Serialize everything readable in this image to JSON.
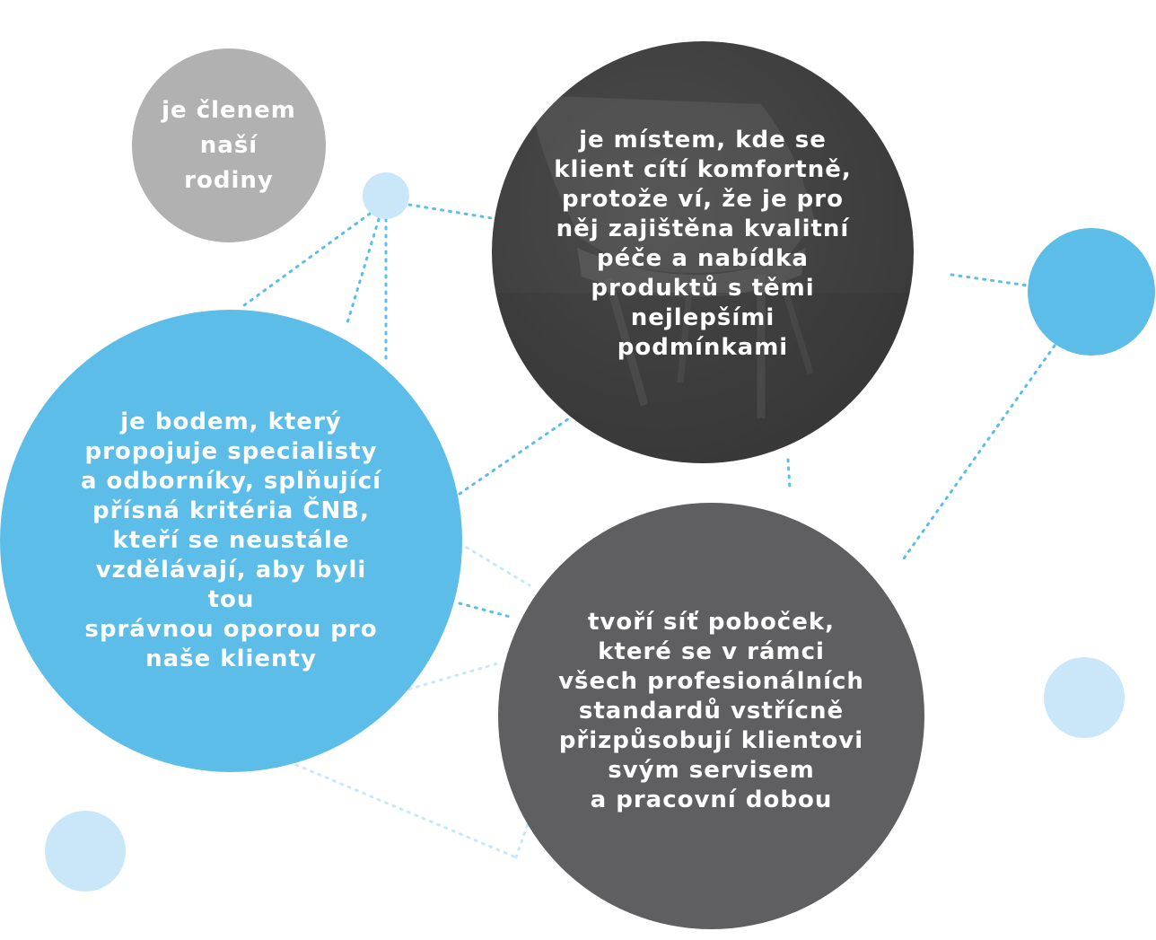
{
  "bubbles": {
    "member": {
      "text": "je členem\nnaší\nrodiny"
    },
    "comfort": {
      "text": "je místem, kde se\nklient cítí komfortně,\nprotože ví, že je pro\nněj zajištěna kvalitní\npéče a nabídka\nproduktů s těmi\nnejlepšími\npodmínkami"
    },
    "point": {
      "text": "je bodem, který\npropojuje specialisty\na odborníky, splňující\npřísná kritéria ČNB,\nkteří se neustále\nvzdělávají, aby byli\ntou\nsprávnou oporou pro\nnaše klienty"
    },
    "network": {
      "text": "tvoří síť poboček,\nkteré se v rámci\nvšech profesionálních\nstandardů vstřícně\npřizpůsobují klientovi\nsvým servisem\na pracovní dobou"
    }
  },
  "colors": {
    "accent_blue": "#5dbde9",
    "light_blue": "#c9e7f8",
    "dark_grey": "#3f3f3f",
    "mid_grey": "#5f5e60",
    "light_grey": "#b1b1b1",
    "text": "#ffffff"
  }
}
